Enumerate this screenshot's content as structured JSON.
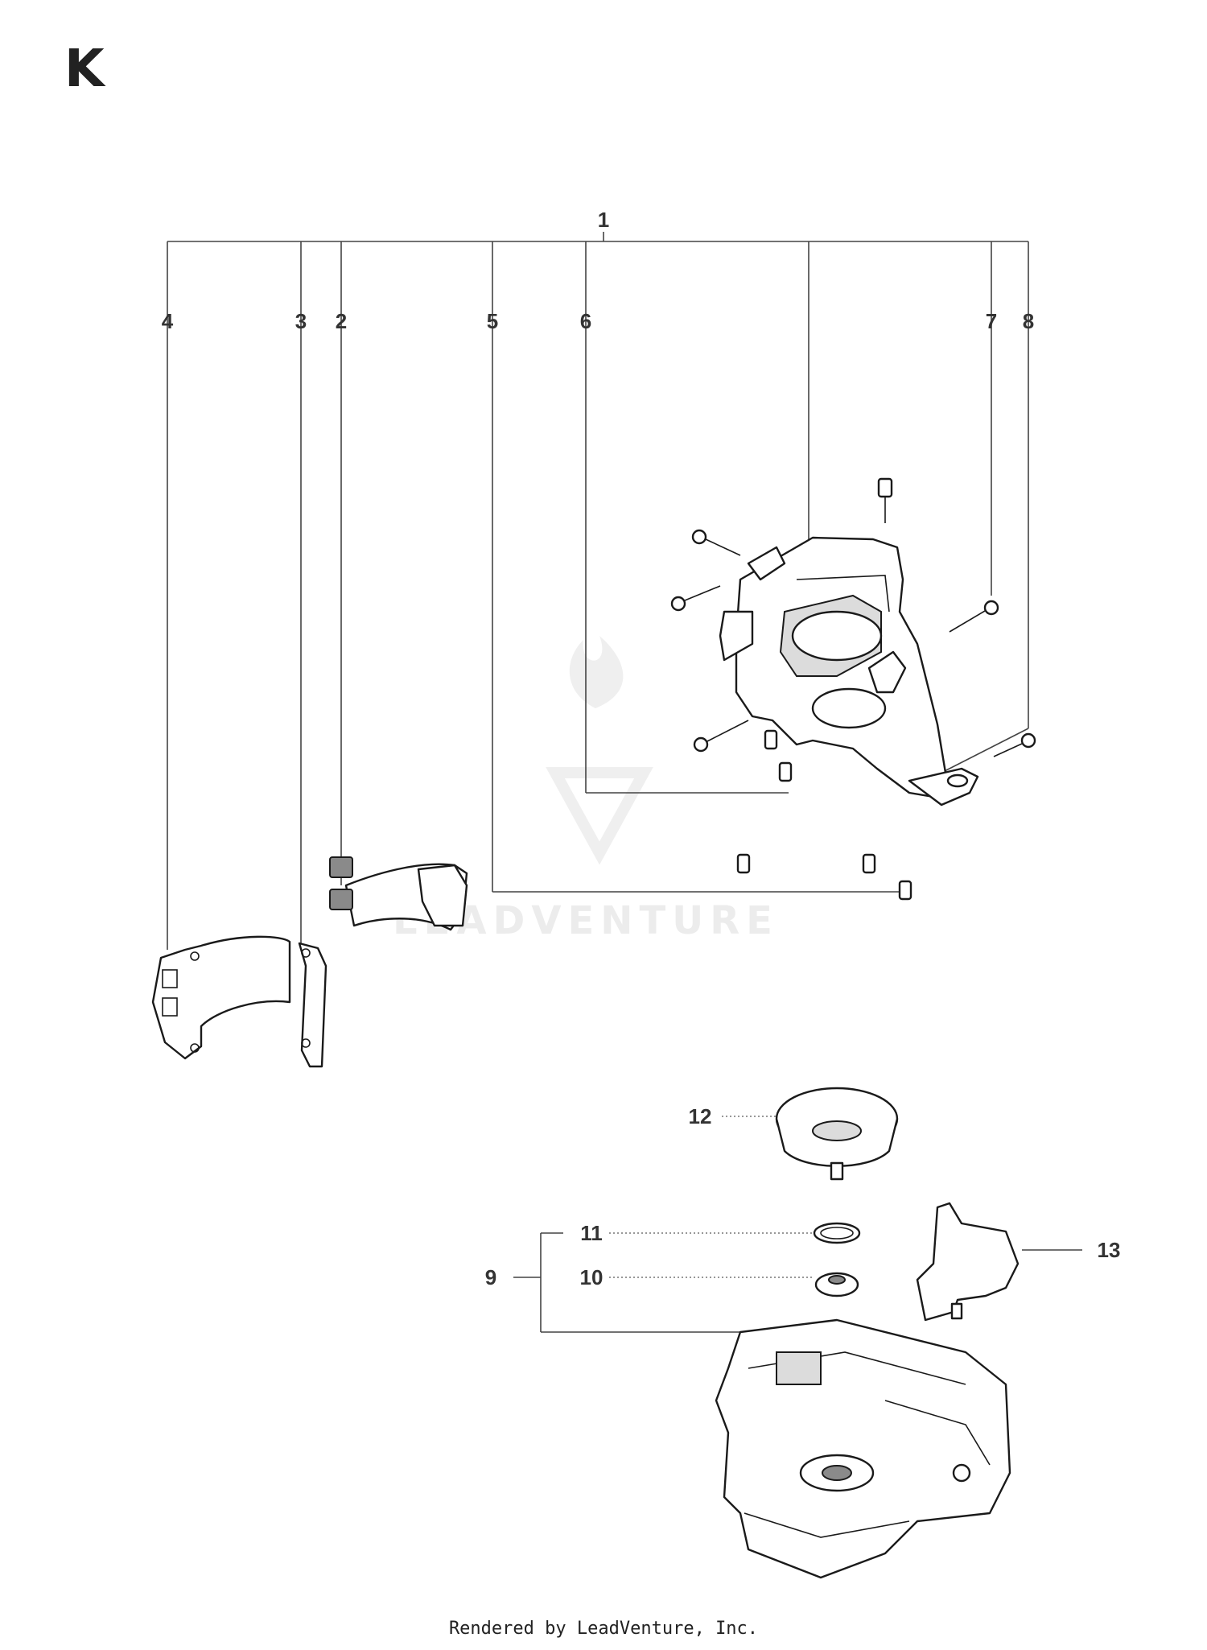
{
  "section_letter": "K",
  "callouts": [
    "1",
    "2",
    "3",
    "4",
    "5",
    "6",
    "7",
    "8",
    "9",
    "10",
    "11",
    "12",
    "13"
  ],
  "watermark": "LEADVENTURE",
  "footer": "Rendered by LeadVenture, Inc."
}
